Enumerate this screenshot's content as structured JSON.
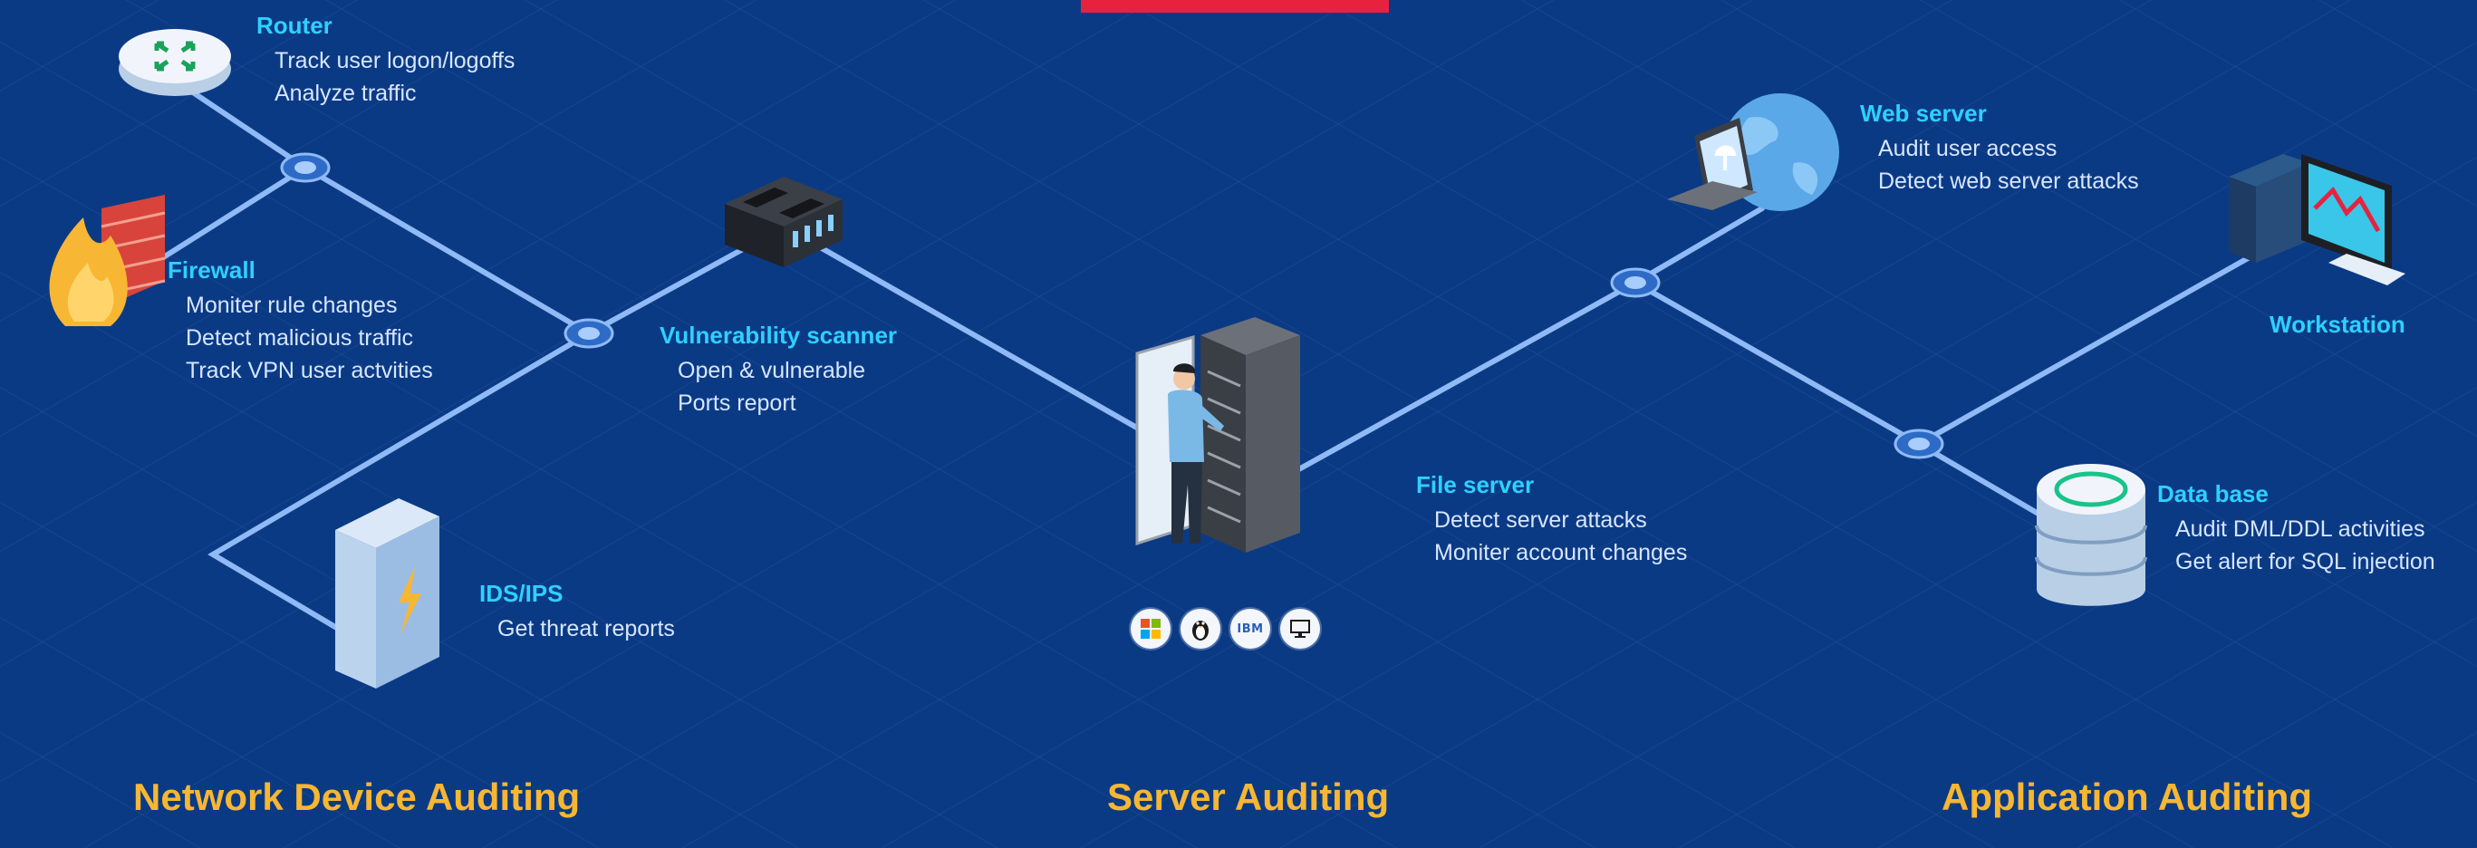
{
  "nodes": {
    "router": {
      "title": "Router",
      "items": [
        "Track user logon/logoffs",
        "Analyze traffic"
      ]
    },
    "firewall": {
      "title": "Firewall",
      "items": [
        "Moniter rule changes",
        "Detect malicious traffic",
        "Track VPN user actvities"
      ]
    },
    "vulnerability_scanner": {
      "title": "Vulnerability scanner",
      "items": [
        "Open & vulnerable",
        "Ports report"
      ]
    },
    "ids_ips": {
      "title": "IDS/IPS",
      "items": [
        "Get threat reports"
      ]
    },
    "file_server": {
      "title": "File server",
      "items": [
        "Detect server attacks",
        "Moniter account changes"
      ]
    },
    "web_server": {
      "title": "Web server",
      "items": [
        "Audit user access",
        "Detect web server attacks"
      ]
    },
    "workstation": {
      "title": "Workstation"
    },
    "database": {
      "title": "Data base",
      "items": [
        "Audit DML/DDL activities",
        "Get alert for SQL injection"
      ]
    }
  },
  "sections": {
    "network": "Network Device Auditing",
    "server": "Server Auditing",
    "application": "Application Auditing"
  },
  "os_icons": [
    "windows-icon",
    "linux-icon",
    "ibm-icon",
    "desktop-icon"
  ],
  "os_labels": {
    "ibm": "IBM"
  },
  "colors": {
    "background": "#0b3a85",
    "connector": "#8fbaf5",
    "node_title": "#2fd0ff",
    "node_text": "#d7e6ff",
    "section_title": "#f7b633",
    "accent_bar": "#e7223f"
  }
}
